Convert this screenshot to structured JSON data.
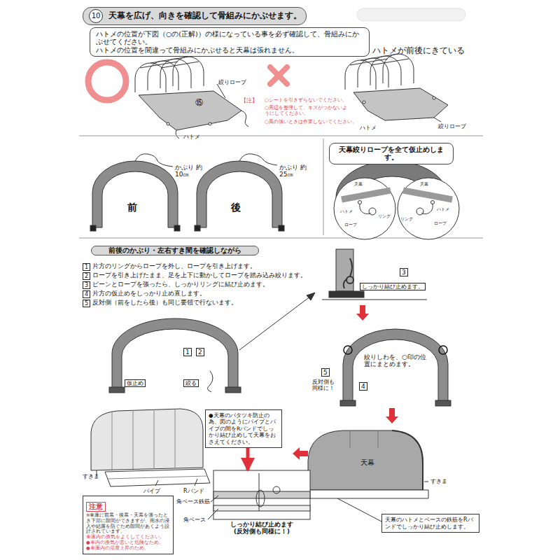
{
  "diagram": {
    "nodes": [
      {
        "text": [
          "10",
          "天幕を広げ、向きを確認して骨組みにかぶせます。"
        ]
      },
      {
        "text": [
          "ハトメの位置が下図（○の(正解)）の様になっている事を必ず確認して、骨組みにかぶせてください。",
          "ハトメの位置を間違って骨組みにかぶせると天幕は張れません。"
        ]
      },
      {
        "text": [
          "天幕絞りロープを全て仮止めします。"
        ]
      },
      {
        "text": [
          "前後のかぶり・左右すき間を確認しながら"
        ]
      },
      {
        "text": [
          "●天幕のバタツキ防止の為、図のようにパイプとパイプの間をRバンドでしっかり結び止めして天幕をおさえてください。"
        ]
      },
      {
        "text": [
          "しっかり結び止めます",
          "(反対側も同様に！)"
        ]
      },
      {
        "text": [
          "天幕のハトメとベースの鉄筋をRバンドでしっかり結び止めします。"
        ]
      },
      {
        "text": [
          "注意",
          "※車庫に前幕・後幕・天幕を張ったとき下部に隙間ができますが、雨水の浸入や結露を防ぐため隙間があくよう設計されています。",
          "車庫内の換気をよくしてください。",
          "●車内の換気が悪いと危険なため。",
          "●車庫内の湿度上昇のため。"
        ]
      }
    ],
    "edges": [
      {
        "from": 4,
        "to": 5,
        "arrow": "to"
      }
    ],
    "labels": [
      "絞りロープ",
      "⑮",
      "ハトメ",
      "ハトメが前後にきている",
      "ハトメ",
      "絞りロープ",
      "【注】",
      "○シートを引きずらないでください。",
      "○周辺を整理して、キズがつかないようにしてください。",
      "○風の強いときは作業しないでください。",
      "かぶり 約10㎝",
      "前",
      "かぶり 約25㎝",
      "後",
      "天幕",
      "ハトメ",
      "ロープ",
      "リング",
      "天幕",
      "ハトメ",
      "リング",
      "ロープ",
      "1",
      "片方のリングからロープを外し、ロープを引き上げます。",
      "2",
      "ロープを引き上げたまま、足を上下に動かしてロープを踏み込み絞ります。",
      "3",
      "ピーンとロープを張ったら、しっかりリングに結び止めます。",
      "4",
      "片方の仮止めをしっかり止め直します。",
      "5",
      "反対側（前をしたら後）も同じ要領で行ないます。",
      "1",
      "2",
      "仮止め",
      "絞る",
      "3",
      "しっかり結び止めます。",
      "絞りしわを、○印の位置にまとめます。",
      "5",
      "反対側も同様に！",
      "4",
      "すきま",
      "パイプ",
      "Rバンド",
      "角ベース鉄筋",
      "角ベース",
      "天幕",
      "すきま"
    ]
  }
}
